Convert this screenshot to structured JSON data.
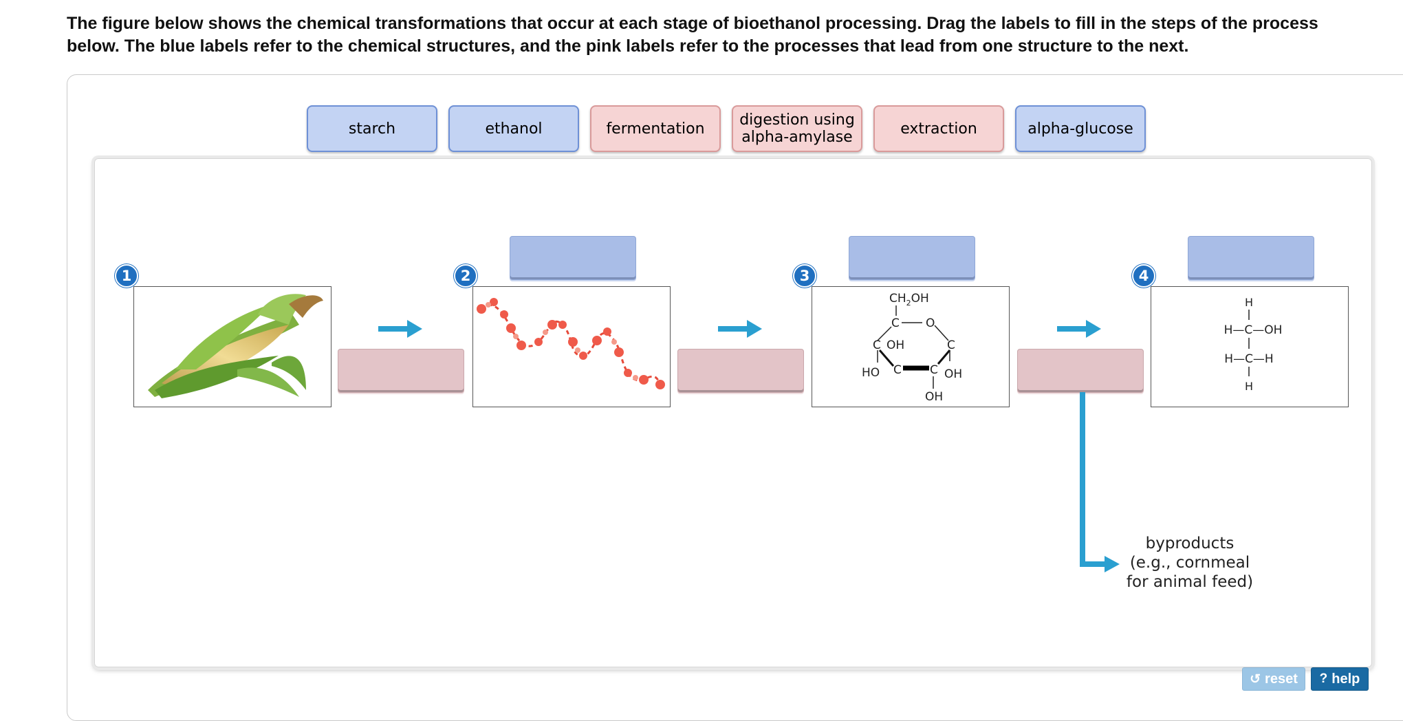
{
  "instructions": "The figure below shows the chemical transformations that occur at each stage of bioethanol processing. Drag the labels to fill in the steps of the process below. The blue labels refer to the chemical structures, and the pink labels refer to the processes that lead from one structure to the next.",
  "labels": [
    {
      "text": "starch",
      "color": "blue"
    },
    {
      "text": "ethanol",
      "color": "blue"
    },
    {
      "text": "fermentation",
      "color": "pink"
    },
    {
      "text": "digestion using alpha-amylase",
      "color": "pink"
    },
    {
      "text": "extraction",
      "color": "pink"
    },
    {
      "text": "alpha-glucose",
      "color": "blue"
    }
  ],
  "steps": [
    "1",
    "2",
    "3",
    "4"
  ],
  "glucose": {
    "ch2oh": "CH",
    "ch2oh_sub": "2",
    "ch2oh_tail": "OH",
    "c": "C",
    "o": "O",
    "oh": "OH",
    "ho": "HO"
  },
  "ethanol_struct": {
    "h": "H",
    "h_c_oh": "H—C—OH",
    "h_c_h": "H—C—H"
  },
  "byproducts": [
    "byproducts",
    "(e.g., cornmeal",
    "for animal feed)"
  ],
  "buttons": {
    "reset": "reset",
    "help": "help",
    "reset_icon": "reset-icon",
    "help_icon": "question-icon"
  },
  "colors": {
    "blue_chip": "#c3d3f3",
    "pink_chip": "#f6d4d4",
    "step_badge": "#1f6fc0",
    "arrow": "#2a9fd0"
  }
}
